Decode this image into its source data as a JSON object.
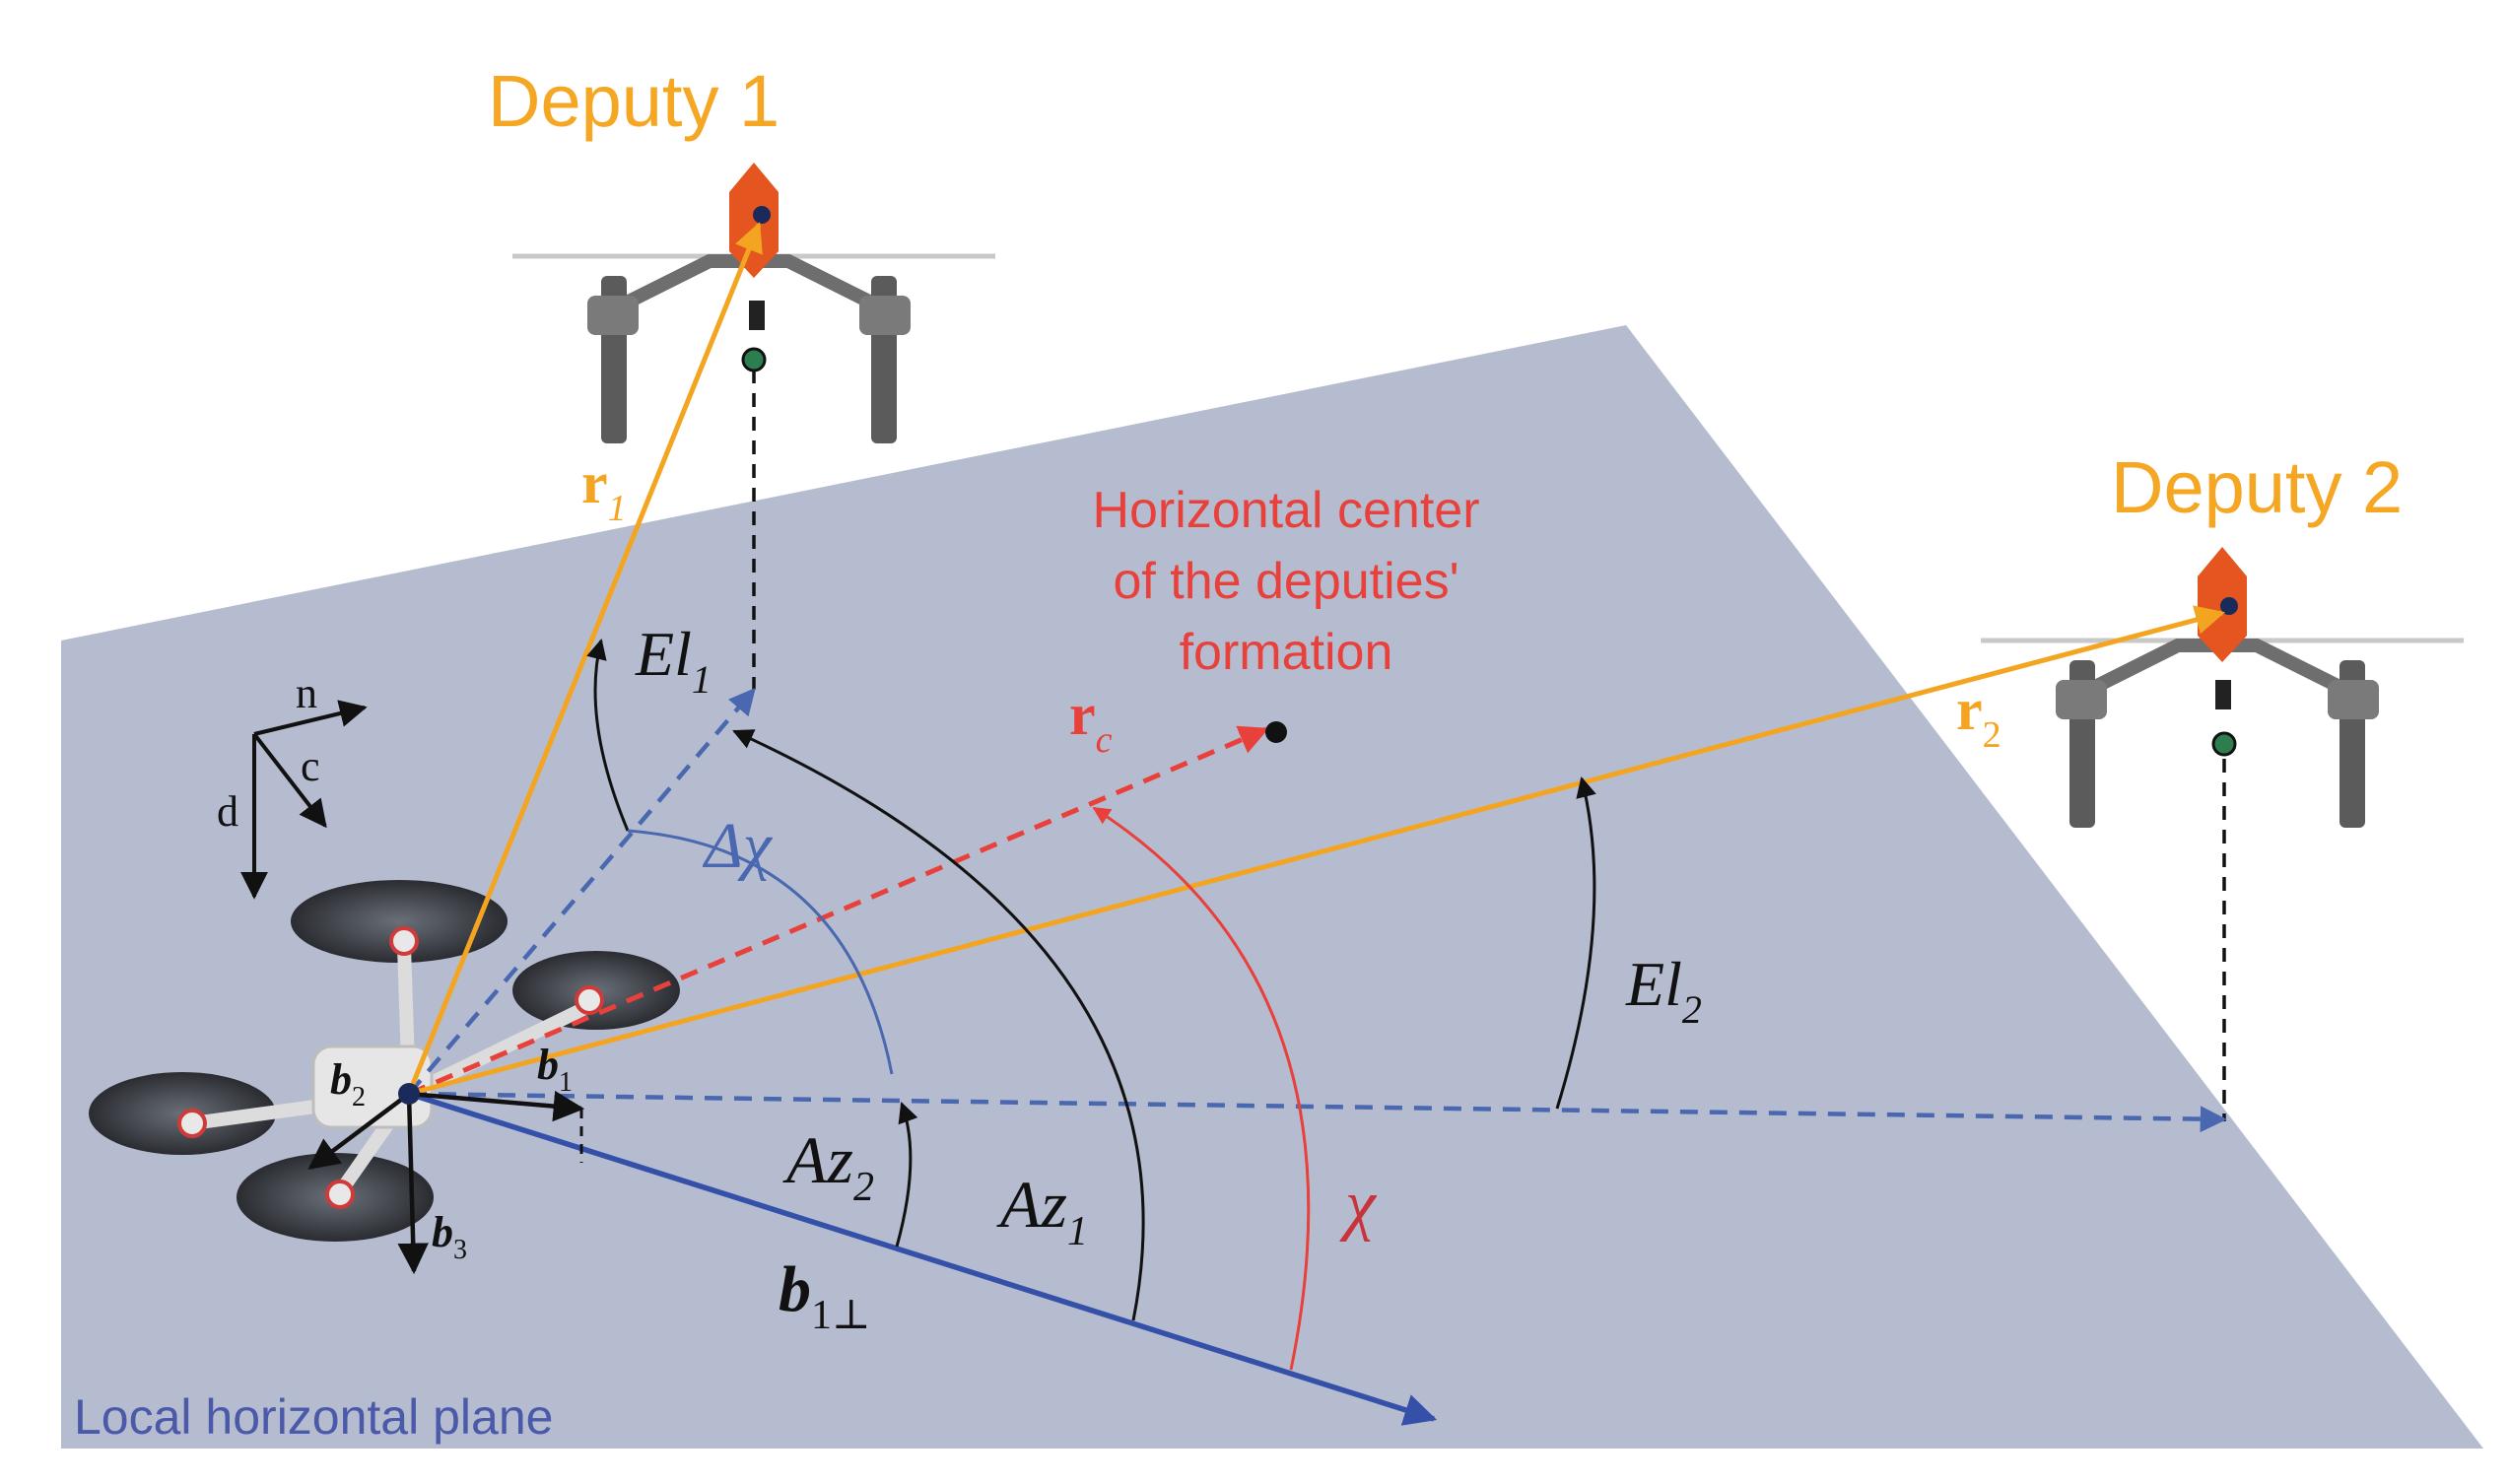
{
  "labels": {
    "deputy1": "Deputy 1",
    "deputy2": "Deputy 2",
    "center_line1": "Horizontal center",
    "center_line2": "of the deputies'",
    "center_line3": "formation",
    "plane": "Local horizontal plane",
    "r": "r",
    "sub1": "1",
    "sub2": "2",
    "sub3": "3",
    "subc": "c",
    "El": "El",
    "Az": "Az",
    "b": "b",
    "b1perp_sub": "1⊥",
    "delta_chi": "Δχ",
    "chi": "χ",
    "n": "n",
    "c": "c",
    "d": "d"
  },
  "colors": {
    "plane": "#b6bccf",
    "orange": "#f3a521",
    "deputy_text": "#f5a623",
    "red": "#e8403a",
    "blue_dash": "#4a68b0",
    "blue": "#3550a8",
    "chi": "#c8343c",
    "black": "#111111",
    "drone_body": "#e4551f",
    "plane_label": "#4a5aa8"
  }
}
